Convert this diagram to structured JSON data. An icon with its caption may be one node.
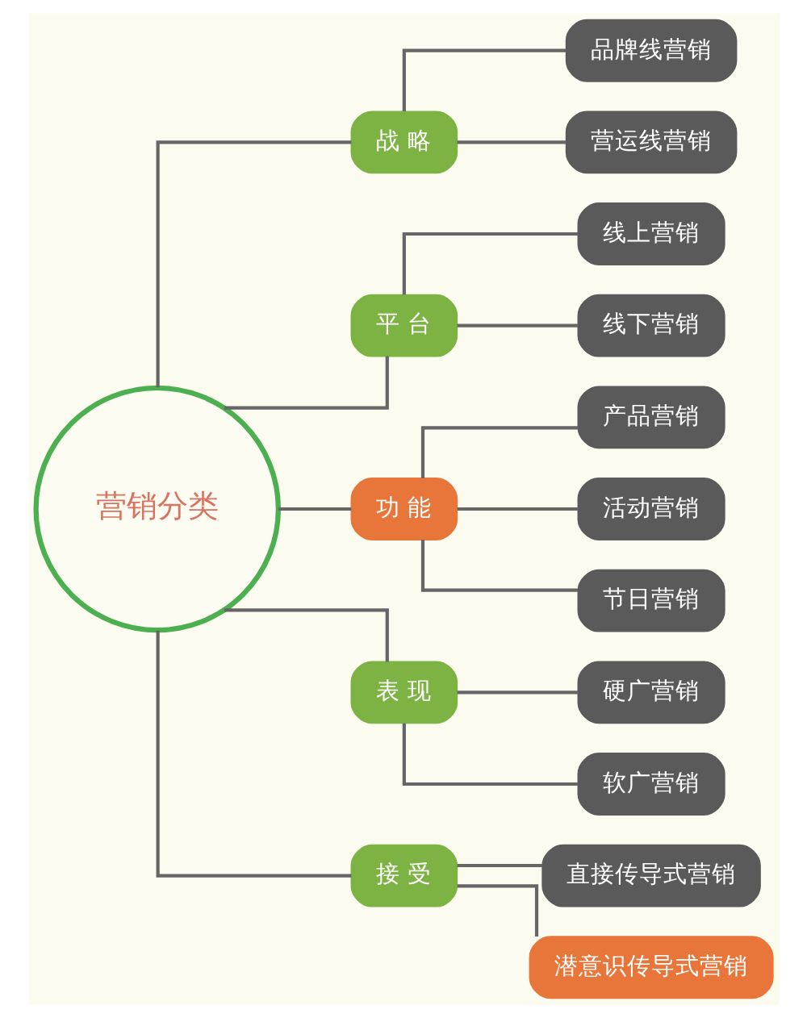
{
  "diagram": {
    "nodes": [
      {
        "text": [
          "营销分类"
        ]
      },
      {
        "text": [
          "战 略"
        ]
      },
      {
        "text": [
          "品牌线营销"
        ]
      },
      {
        "text": [
          "营运线营销"
        ]
      },
      {
        "text": [
          "平 台"
        ]
      },
      {
        "text": [
          "线上营销"
        ]
      },
      {
        "text": [
          "线下营销"
        ]
      },
      {
        "text": [
          "功 能"
        ]
      },
      {
        "text": [
          "产品营销"
        ]
      },
      {
        "text": [
          "活动营销"
        ]
      },
      {
        "text": [
          "节日营销"
        ]
      },
      {
        "text": [
          "表 现"
        ]
      },
      {
        "text": [
          "硬广营销"
        ]
      },
      {
        "text": [
          "软广营销"
        ]
      },
      {
        "text": [
          "接 受"
        ]
      },
      {
        "text": [
          "直接传导式营销"
        ]
      },
      {
        "text": [
          "潜意识传导式营销"
        ]
      }
    ],
    "edges": [
      {
        "from": 0,
        "to": 1,
        "arrow": "none"
      },
      {
        "from": 1,
        "to": 2,
        "arrow": "none"
      },
      {
        "from": 1,
        "to": 3,
        "arrow": "none"
      },
      {
        "from": 0,
        "to": 4,
        "arrow": "none"
      },
      {
        "from": 4,
        "to": 5,
        "arrow": "none"
      },
      {
        "from": 4,
        "to": 6,
        "arrow": "none"
      },
      {
        "from": 0,
        "to": 7,
        "arrow": "none"
      },
      {
        "from": 7,
        "to": 8,
        "arrow": "none"
      },
      {
        "from": 7,
        "to": 9,
        "arrow": "none"
      },
      {
        "from": 7,
        "to": 10,
        "arrow": "none"
      },
      {
        "from": 0,
        "to": 11,
        "arrow": "none"
      },
      {
        "from": 11,
        "to": 12,
        "arrow": "none"
      },
      {
        "from": 11,
        "to": 13,
        "arrow": "none"
      },
      {
        "from": 0,
        "to": 14,
        "arrow": "none"
      },
      {
        "from": 14,
        "to": 15,
        "arrow": "none"
      },
      {
        "from": 14,
        "to": 16,
        "arrow": "none"
      }
    ]
  }
}
